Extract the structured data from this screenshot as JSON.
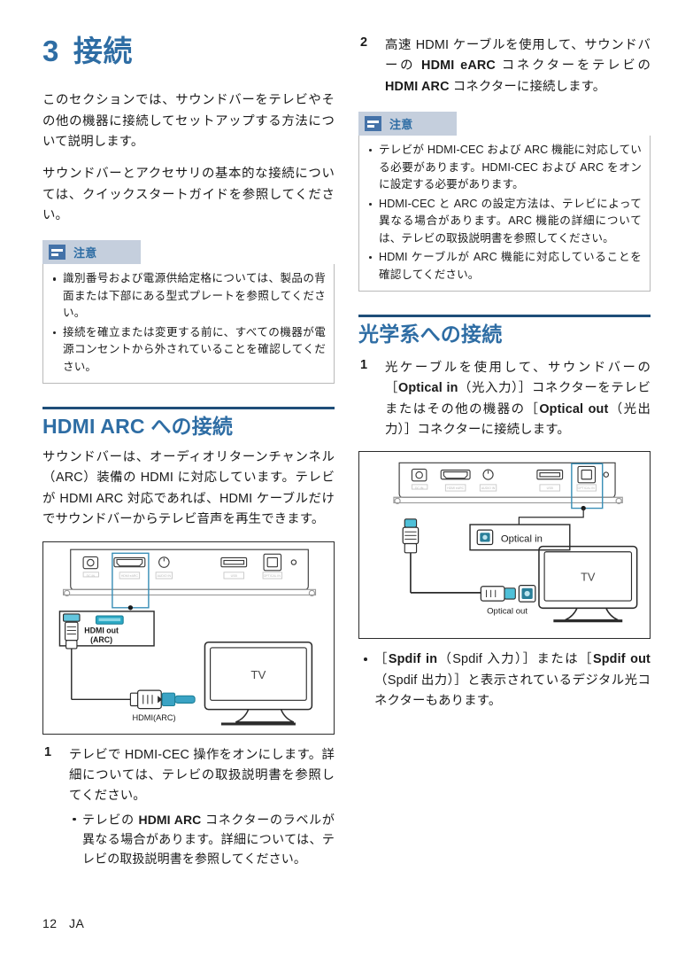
{
  "chapter": {
    "number": "3",
    "title": "接続"
  },
  "intro": {
    "paragraph1": "このセクションでは、サウンドバーをテレビやその他の機器に接続してセットアップする方法について説明します。",
    "paragraph2": "サウンドバーとアクセサリの基本的な接続については、クイックスタートガイドを参照してください。"
  },
  "note_label": "注意",
  "note_icon": "note-document-icon",
  "left_note": {
    "title": "注意",
    "items": [
      "識別番号および電源供給定格については、製品の背面または下部にある型式プレートを参照してください。",
      "接続を確立または変更する前に、すべての機器が電源コンセントから外されていることを確認してください。"
    ]
  },
  "hdmi_section": {
    "heading": "HDMI ARC への接続",
    "paragraph": "サウンドバーは、オーディオリターンチャンネル（ARC）装備の HDMI に対応しています。テレビが HDMI ARC 対応であれば、HDMI ケーブルだけでサウンドバーからテレビ音声を再生できます。",
    "figure": {
      "name": "hdmi-arc-connection-diagram",
      "callout_line1": "HDMI out",
      "callout_line2": "(ARC)",
      "cable_label": "HDMI(ARC)",
      "tv_label": "TV"
    },
    "steps": [
      {
        "number": "1",
        "text": "テレビで HDMI-CEC 操作をオンにします。詳細については、テレビの取扱説明書を参照してください。",
        "subitems": [
          "テレビの <b>HDMI ARC</b> コネクターのラベルが異なる場合があります。詳細については、テレビの取扱説明書を参照してください。"
        ]
      },
      {
        "number": "2",
        "text": "高速 HDMI ケーブルを使用して、サウンドバーの <b>HDMI eARC</b> コネクターをテレビの <b>HDMI ARC</b> コネクターに接続します。",
        "subitems": []
      }
    ]
  },
  "right_note": {
    "title": "注意",
    "items": [
      "テレビが HDMI-CEC および ARC 機能に対応している必要があります。HDMI-CEC および ARC をオンに設定する必要があります。",
      "HDMI-CEC と ARC の設定方法は、テレビによって異なる場合があります。ARC 機能の詳細については、テレビの取扱説明書を参照してください。",
      "HDMI ケーブルが ARC 機能に対応していることを確認してください。"
    ]
  },
  "optical_section": {
    "heading": "光学系への接続",
    "steps": [
      {
        "number": "1",
        "text": "光ケーブルを使用して、サウンドバーの［<b>Optical in</b>（光入力）］コネクターをテレビまたはその他の機器の［<b>Optical out</b>（光出力）］コネクターに接続します。"
      }
    ],
    "figure": {
      "name": "optical-connection-diagram",
      "callout_in": "Optical in",
      "callout_out": "Optical out",
      "tv_label": "TV"
    },
    "bullets": [
      "［<b>Spdif in</b>（Spdif 入力）］または［<b>Spdif out</b>（Spdif 出力）］と表示されているデジタル光コネクターもあります。"
    ]
  },
  "footer": {
    "page_number": "12",
    "language": "JA"
  },
  "colors": {
    "heading_blue": "#2e6da4",
    "rule_navy": "#1f4e79",
    "note_header_bg": "#c5cfdd",
    "note_icon_blue": "#4472a8",
    "diagram_accent": "#3a8fb7",
    "diagram_teal": "#2aa8c4"
  }
}
